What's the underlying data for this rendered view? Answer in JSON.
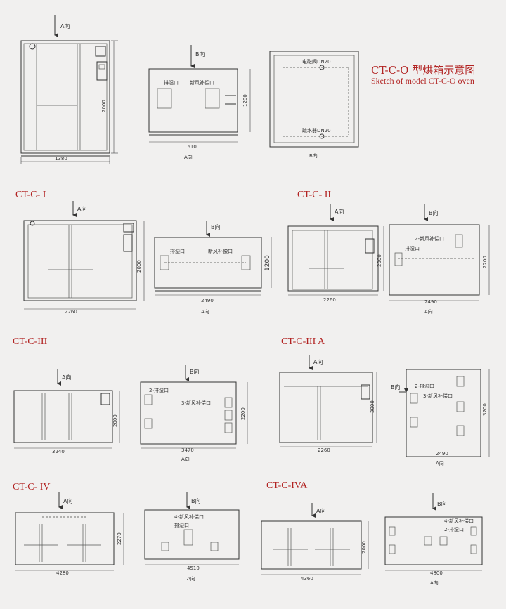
{
  "title": "CT-C-O 型烘箱示意图",
  "subtitle": "Sketch of model CT-C-O oven",
  "models": {
    "m1": "CT-C- I",
    "m2": "CT-C- II",
    "m3": "CT-C-III",
    "m3a": "CT-C-III A",
    "m4": "CT-C- IV",
    "m4a": "CT-C-IVA"
  },
  "direction": {
    "a_top": "A向",
    "b_top": "B向",
    "a_view": "A向",
    "b_view": "B向"
  },
  "labels": {
    "exhaust": "排湿口",
    "fresh_air": "新风补偿口",
    "steam_valve": "电磁阀DN20",
    "drain_valve": "疏水器DN20",
    "exhaust_2": "2-排湿口",
    "fresh_air_2": "2-新风补偿口",
    "fresh_air_3": "3-新风补偿口",
    "fresh_air_4": "4-新风补偿口"
  },
  "dims": {
    "o_front_w": "1380",
    "o_front_h": "2000",
    "o_side_w": "1610",
    "o_side_h": "1200",
    "i_front_w": "2260",
    "i_front_h": "2000",
    "i_side_w": "2490",
    "i_side_h": "1200",
    "ii_front_w": "2260",
    "ii_front_h": "2000",
    "ii_side_w": "2490",
    "ii_side_h": "2200",
    "iii_front_w": "3240",
    "iii_front_h": "2000",
    "iii_side_w": "3470",
    "iii_side_h": "2200",
    "iiia_front_w": "2260",
    "iiia_front_h": "3000",
    "iiia_side_w": "2490",
    "iiia_side_h": "3200",
    "iv_front_w": "4280",
    "iv_front_h": "2270",
    "iv_side_w": "4510",
    "iva_front_w": "4360",
    "iva_front_h": "2000",
    "iva_side_w": "4800"
  },
  "colors": {
    "accent": "#b22322",
    "line": "#333333",
    "background": "#f1f0ef"
  }
}
